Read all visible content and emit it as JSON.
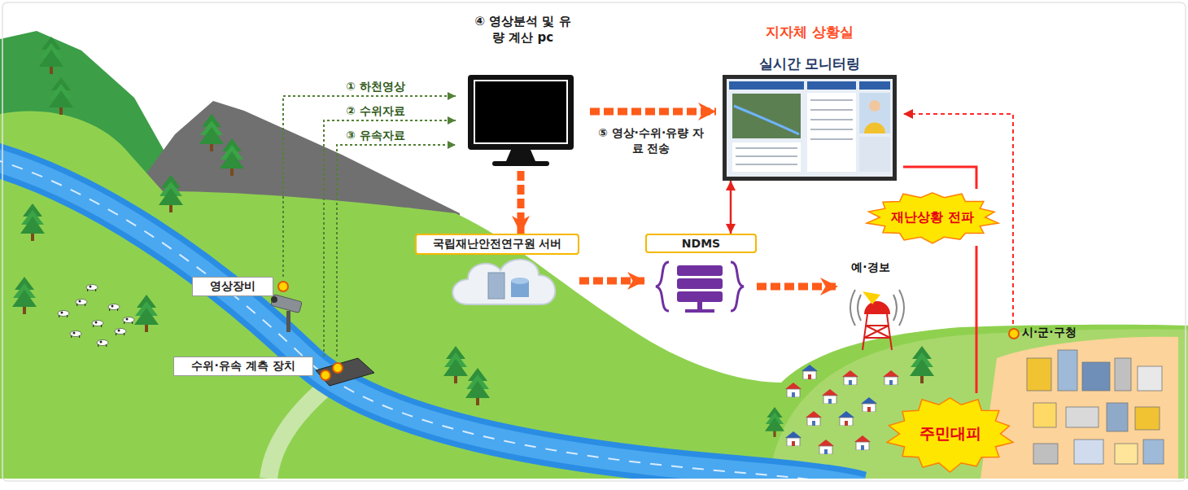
{
  "diagram": {
    "nodes": [
      {
        "text": [
          "지자체 상황실",
          "실시간 모니터링"
        ]
      },
      {
        "text": [
          "④ 영상분석 및 유량 계산 pc"
        ]
      },
      {
        "text": [
          "국립재난안전연구원 서버"
        ]
      },
      {
        "text": [
          "NDMS"
        ]
      },
      {
        "text": [
          "재난상황 전파"
        ]
      },
      {
        "text": [
          "예·경보"
        ]
      },
      {
        "text": [
          "영상장비"
        ]
      },
      {
        "text": [
          "시·군·구청"
        ]
      },
      {
        "text": [
          "수위·유속 계측 장치"
        ]
      },
      {
        "text": [
          "주민대피"
        ]
      }
    ],
    "edges": [
      {
        "from": 6,
        "to": 1,
        "arrow": "to",
        "label": "① 하천영상"
      },
      {
        "from": 8,
        "to": 1,
        "arrow": "to",
        "label": "② 수위자료"
      },
      {
        "from": 8,
        "to": 1,
        "arrow": "to",
        "label": "③ 유속자료"
      },
      {
        "from": 1,
        "to": 0,
        "arrow": "to",
        "label": "⑤ 영상·수위·유량 자료 전송"
      },
      {
        "from": 1,
        "to": 2,
        "arrow": "to"
      },
      {
        "from": 2,
        "to": 3,
        "arrow": "to"
      },
      {
        "from": 3,
        "to": 0,
        "arrow": "both"
      },
      {
        "from": 3,
        "to": 5,
        "arrow": "to"
      },
      {
        "from": 7,
        "to": 0,
        "arrow": "to"
      },
      {
        "from": 0,
        "to": 4,
        "arrow": "none"
      },
      {
        "from": 4,
        "to": 9,
        "arrow": "none"
      }
    ]
  }
}
